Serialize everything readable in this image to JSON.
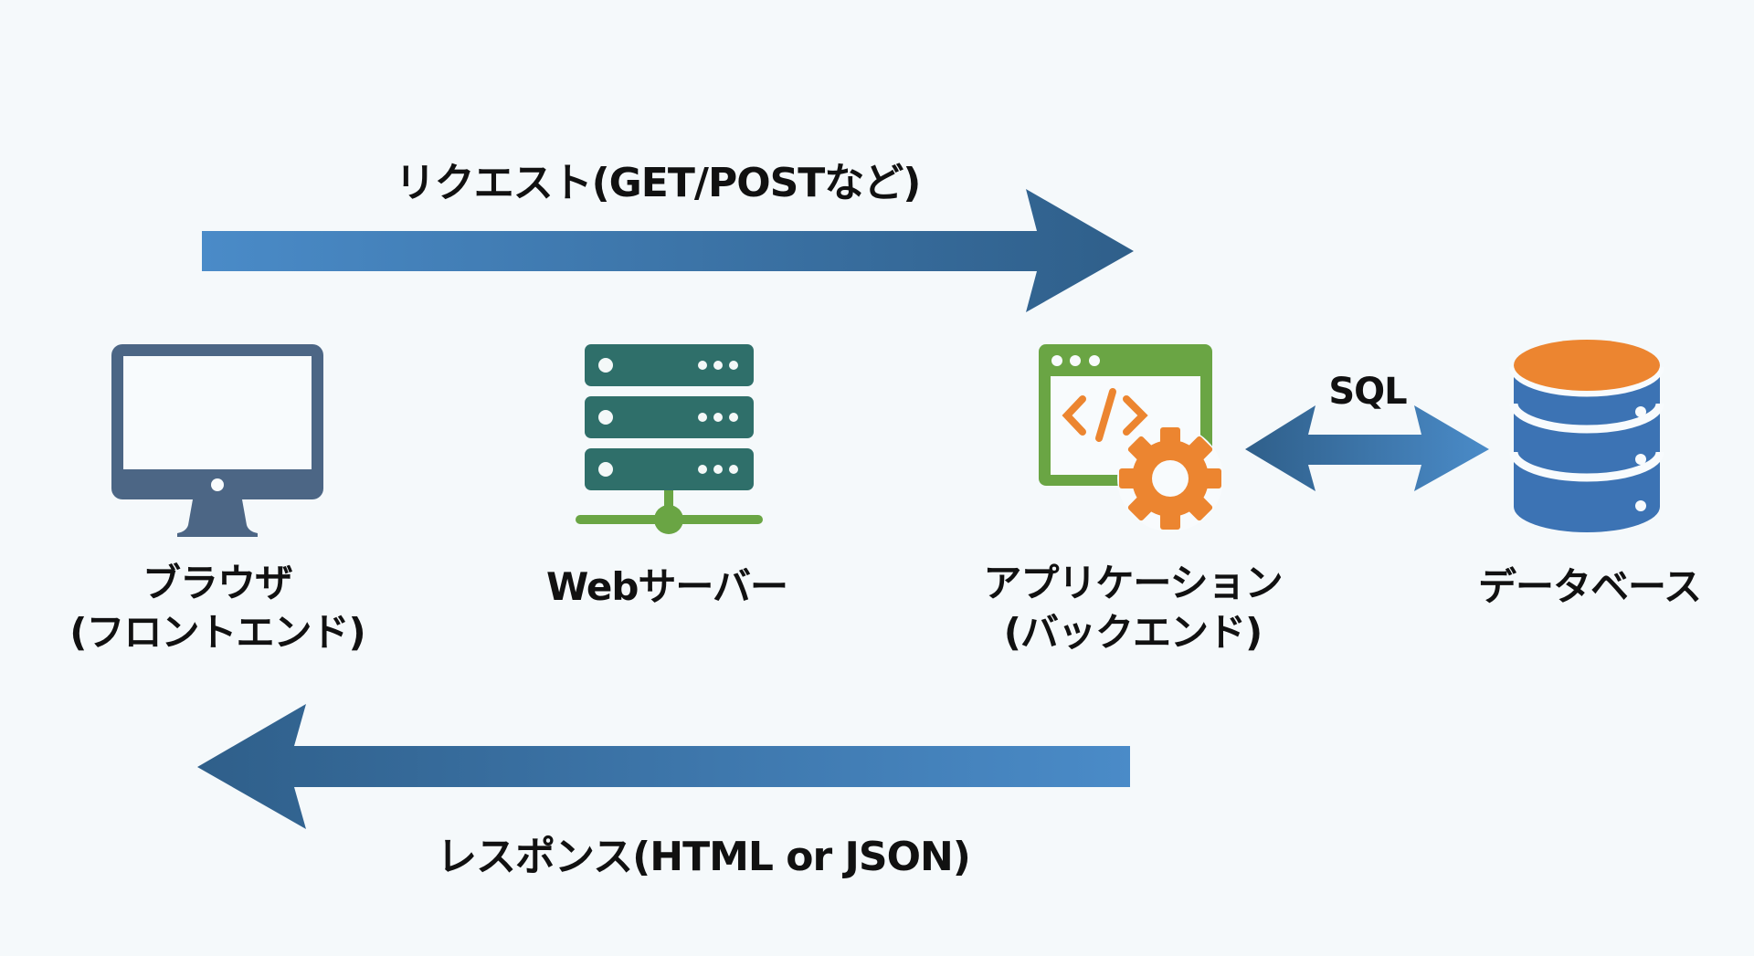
{
  "diagram": {
    "request": {
      "label": "リクエスト(GET/POSTなど)",
      "direction": "right"
    },
    "response": {
      "label": "レスポンス(HTML or JSON)",
      "direction": "left"
    },
    "sql": {
      "label": "SQL",
      "direction": "both"
    },
    "nodes": [
      {
        "id": "browser",
        "icon": "monitor-icon",
        "line1": "ブラウザ",
        "line2": "(フロントエンド)"
      },
      {
        "id": "webserver",
        "icon": "server-icon",
        "line1": "Webサーバー",
        "line2": ""
      },
      {
        "id": "application",
        "icon": "app-window-gear-icon",
        "line1": "アプリケーション",
        "line2": "(バックエンド)"
      },
      {
        "id": "database",
        "icon": "database-icon",
        "line1": "データベース",
        "line2": ""
      }
    ],
    "edges": [
      {
        "from": "browser",
        "to": "application",
        "label": "リクエスト(GET/POSTなど)"
      },
      {
        "from": "application",
        "to": "browser",
        "label": "レスポンス(HTML or JSON)"
      },
      {
        "from": "application",
        "to": "database",
        "label": "SQL",
        "bidirectional": true
      }
    ]
  },
  "colors": {
    "background": "#f5f9fb",
    "arrow_light": "#4a8bc8",
    "arrow_dark": "#2f5f8a",
    "monitor": "#4c6685",
    "server": "#2f6f6a",
    "network": "#6aa544",
    "app_window": "#6aa544",
    "orange": "#ec8530",
    "database": "#3c73b4"
  }
}
